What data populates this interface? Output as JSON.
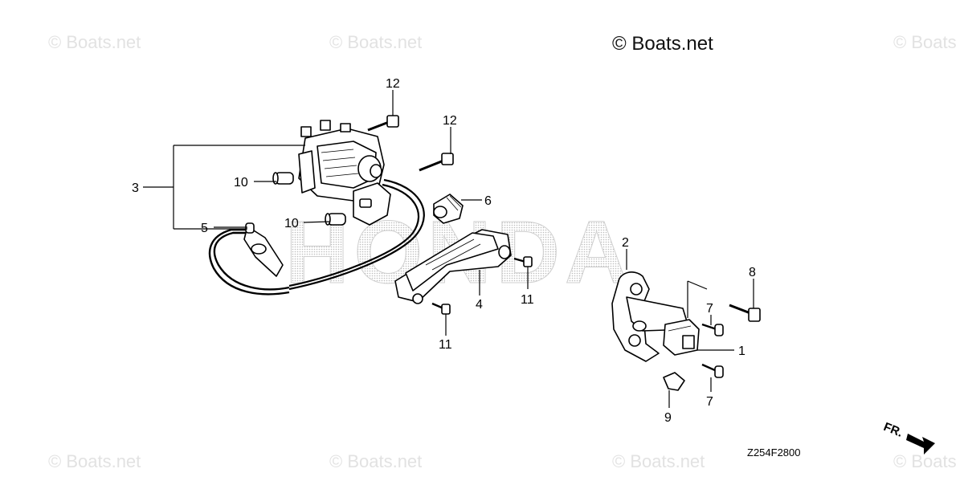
{
  "watermarks": {
    "top_left": "© Boats.net",
    "top_mid": "© Boats.net",
    "top_right_main": "© Boats.net",
    "top_far_right": "© Boats",
    "bottom_left": "© Boats.net",
    "bottom_mid": "© Boats.net",
    "bottom_mid_right": "© Boats.net",
    "bottom_far_right": "© Boats"
  },
  "background_brand": "HONDA",
  "diagram_code": "Z254F2800",
  "direction_label": "FR.",
  "callouts": {
    "c1": "1",
    "c2": "2",
    "c3": "3",
    "c4": "4",
    "c5": "5",
    "c6": "6",
    "c7a": "7",
    "c7b": "7",
    "c8": "8",
    "c9": "9",
    "c10a": "10",
    "c10b": "10",
    "c11a": "11",
    "c11b": "11",
    "c12a": "12",
    "c12b": "12"
  },
  "colors": {
    "line": "#000000",
    "watermark": "#e2e2e2",
    "background": "#ffffff"
  }
}
